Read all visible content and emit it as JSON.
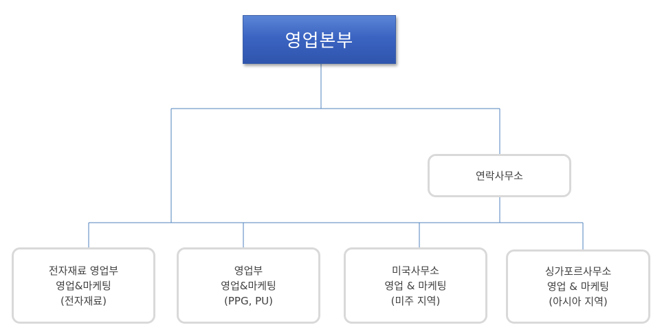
{
  "root": {
    "label": "영업본부"
  },
  "liaison": {
    "label": "연락사무소"
  },
  "departments": [
    {
      "lines": [
        "전자재료 영업부",
        "영업&마케팅",
        "(전자재료)"
      ]
    },
    {
      "lines": [
        "영업부",
        "영업&마케팅",
        "(PPG, PU)"
      ]
    },
    {
      "lines": [
        "미국사무소",
        "영업 & 마케팅",
        "(미주 지역)"
      ]
    },
    {
      "lines": [
        "싱가포르사무소",
        "영업 & 마케팅",
        "(아시아 지역)"
      ]
    }
  ],
  "colors": {
    "root_fill": "#3b64c2",
    "connector": "#4f81bd",
    "node_border": "#d9d9d9",
    "node_text": "#404040"
  }
}
